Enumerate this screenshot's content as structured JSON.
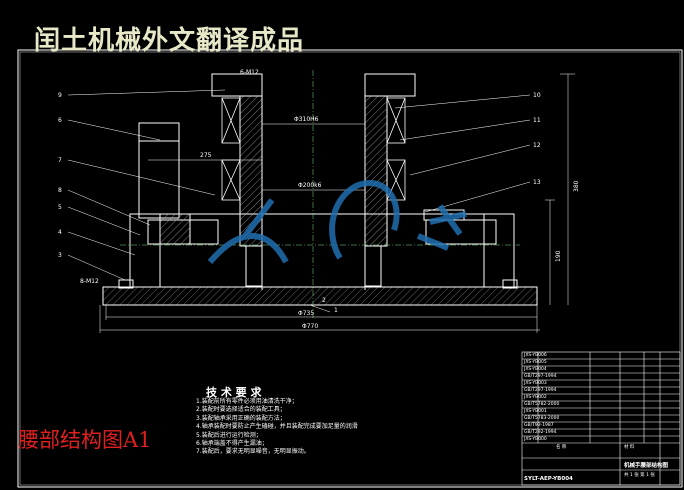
{
  "banner": {
    "text": "闰土机械外文翻译成品"
  },
  "caption": {
    "text": "腰部结构图A1"
  },
  "watermark": {
    "color": "#1f6fb0"
  },
  "tech": {
    "title": "技 术 要 求",
    "items": [
      "1.装配前所有零件必须用油清洗干净；",
      "2.装配时要选择适合的装配工具；",
      "3.装配轴承采用正确的装配方法；",
      "4.轴承装配时要防止产生磕碰，并且装配完成要加足量的润滑",
      "5.装配后进行运行检测；",
      "6.轴承端盖不得产生漏油；",
      "7.装配后，要求无明显噪音，无明显振动。"
    ]
  },
  "dimensions": {
    "top_pipe": "Φ310H6",
    "mid_pipe": "Φ200k6",
    "flange": "275",
    "base_inner": "Φ735",
    "base_outer": "Φ770",
    "height_total": "380",
    "height_part": "190",
    "thread_top": "6-M12",
    "thread_base": "8-M12"
  },
  "callouts": {
    "left": [
      "9",
      "6",
      "7",
      "8",
      "5",
      "4",
      "3"
    ],
    "right": [
      "10",
      "11",
      "12",
      "13"
    ],
    "bottom": [
      "2",
      "1"
    ]
  },
  "title_block": {
    "drawing_no": "SYLT-AEP-YB004",
    "name": "机械手腰部结构图",
    "col_name": "名 称",
    "col_material": "材 料",
    "sheet": "共 1 张 第 1 张",
    "rows": [
      "JXS-YB006",
      "JXS-YB005",
      "JXS-YB004",
      "GB/T297-1994",
      "JXS-YB003",
      "GB/T297-1994",
      "JXS-YB002",
      "GB/T5782-2000",
      "JXS-YB001",
      "GB/T5783-2000",
      "GB/T93-1987",
      "GB/T292-1994",
      "JXS-YB000"
    ]
  }
}
